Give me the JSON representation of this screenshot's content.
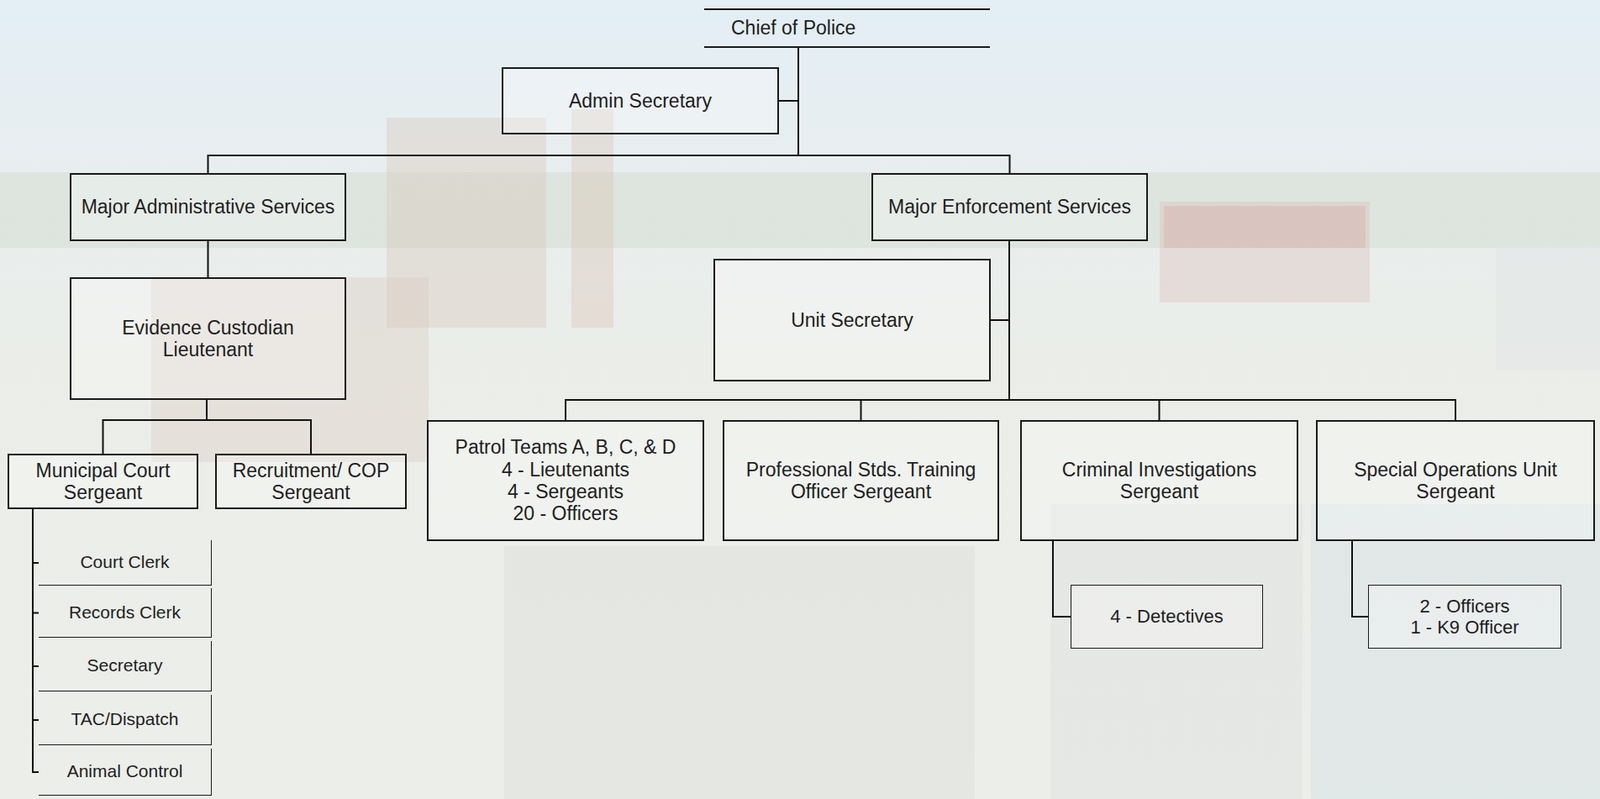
{
  "diagram": {
    "nodes": [
      {
        "text": [
          "Chief of Police"
        ]
      },
      {
        "text": [
          "Admin Secretary"
        ]
      },
      {
        "text": [
          "Major Administrative Services"
        ]
      },
      {
        "text": [
          "Major Enforcement Services"
        ]
      },
      {
        "text": [
          "Evidence Custodian Lieutenant"
        ]
      },
      {
        "text": [
          "Unit Secretary"
        ]
      },
      {
        "text": [
          "Municipal Court Sergeant"
        ]
      },
      {
        "text": [
          "Recruitment/ COP Sergeant"
        ]
      },
      {
        "text": [
          "Patrol Teams A, B, C, & D",
          "4 - Lieutenants",
          "4 - Sergeants",
          "20 - Officers"
        ]
      },
      {
        "text": [
          "Professional Stds. Training Officer Sergeant"
        ]
      },
      {
        "text": [
          "Criminal Investigations Sergeant"
        ]
      },
      {
        "text": [
          "Special Operations Unit Sergeant"
        ]
      },
      {
        "text": [
          "Court Clerk"
        ]
      },
      {
        "text": [
          "Records Clerk"
        ]
      },
      {
        "text": [
          "Secretary"
        ]
      },
      {
        "text": [
          "TAC/Dispatch"
        ]
      },
      {
        "text": [
          "Animal Control"
        ]
      },
      {
        "text": [
          "4 - Detectives"
        ]
      },
      {
        "text": [
          "2 - Officers",
          "1 - K9 Officer"
        ]
      }
    ],
    "edges": [
      {
        "from": 0,
        "to": 1,
        "arrow": "none"
      },
      {
        "from": 0,
        "to": 2,
        "arrow": "none"
      },
      {
        "from": 0,
        "to": 3,
        "arrow": "none"
      },
      {
        "from": 2,
        "to": 4,
        "arrow": "none"
      },
      {
        "from": 3,
        "to": 5,
        "arrow": "none"
      },
      {
        "from": 4,
        "to": 6,
        "arrow": "none"
      },
      {
        "from": 4,
        "to": 7,
        "arrow": "none"
      },
      {
        "from": 3,
        "to": 8,
        "arrow": "none"
      },
      {
        "from": 3,
        "to": 9,
        "arrow": "none"
      },
      {
        "from": 3,
        "to": 10,
        "arrow": "none"
      },
      {
        "from": 3,
        "to": 11,
        "arrow": "none"
      },
      {
        "from": 6,
        "to": 12,
        "arrow": "none"
      },
      {
        "from": 6,
        "to": 13,
        "arrow": "none"
      },
      {
        "from": 6,
        "to": 14,
        "arrow": "none"
      },
      {
        "from": 6,
        "to": 15,
        "arrow": "none"
      },
      {
        "from": 6,
        "to": 16,
        "arrow": "none"
      },
      {
        "from": 10,
        "to": 17,
        "arrow": "none"
      },
      {
        "from": 11,
        "to": 18,
        "arrow": "none"
      }
    ]
  }
}
